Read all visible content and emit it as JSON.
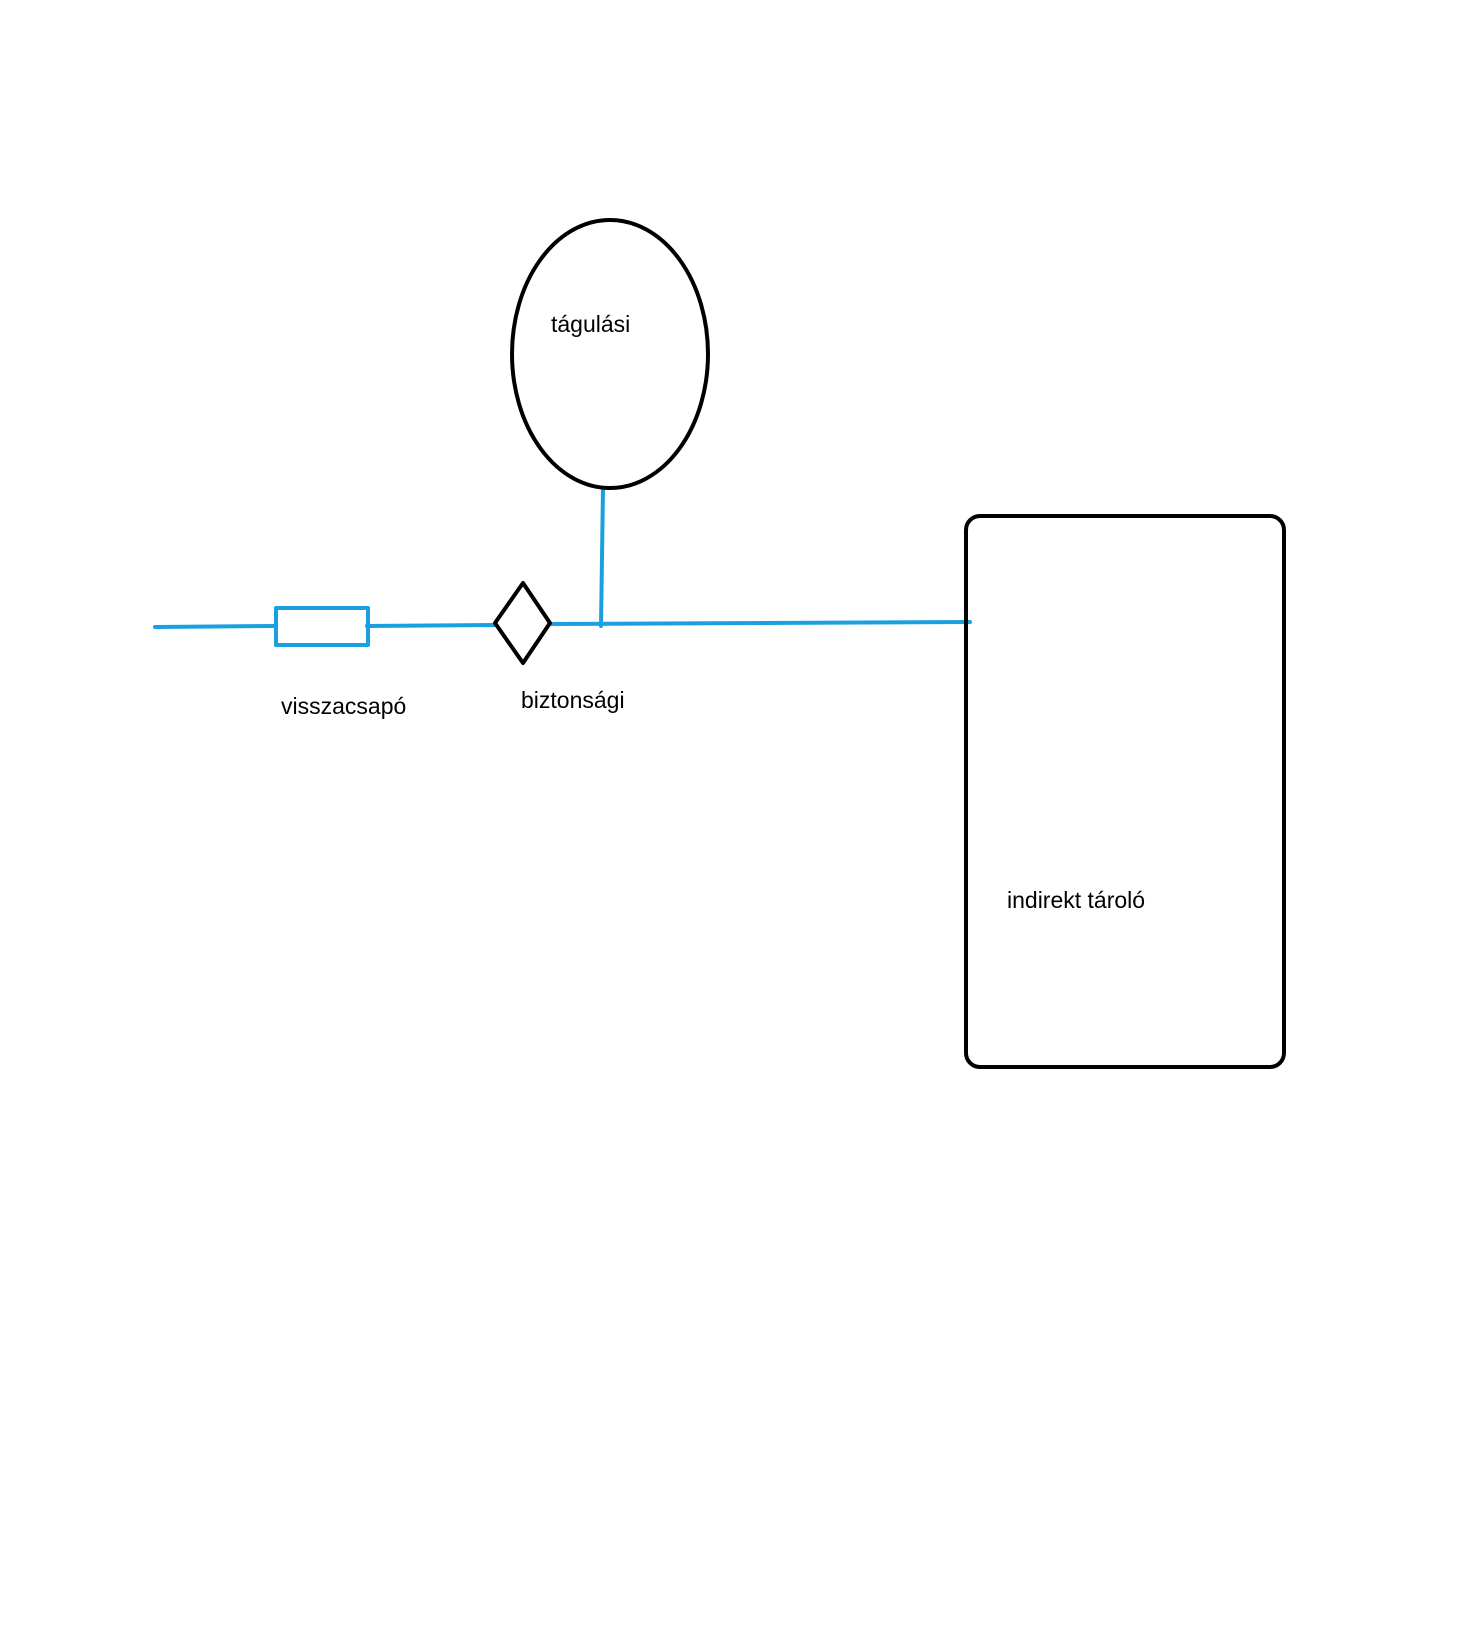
{
  "colors": {
    "pipe": "#1aa0e0",
    "outline": "#000000",
    "background": "#ffffff"
  },
  "labels": {
    "expansion_tank": "tágulási",
    "check_valve": "visszacsapó",
    "safety_valve": "biztonsági",
    "storage_tank": "indirekt tároló"
  }
}
